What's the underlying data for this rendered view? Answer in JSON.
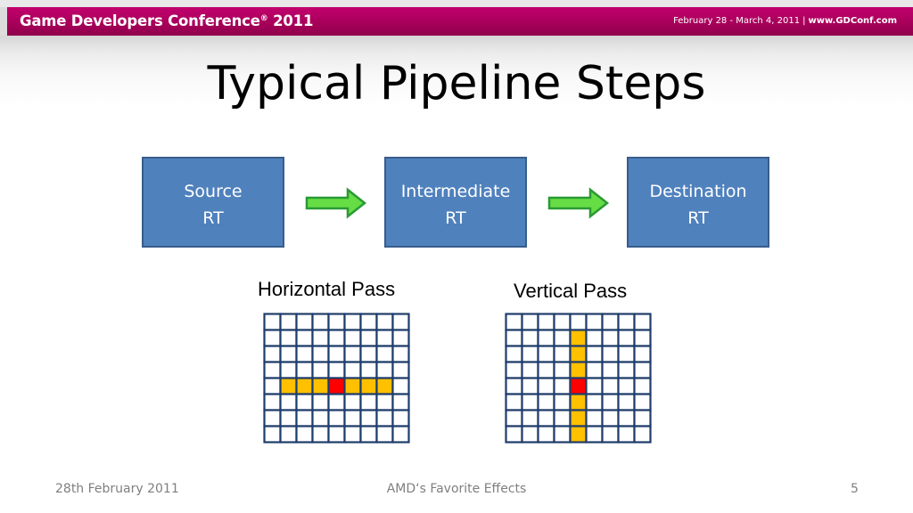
{
  "header": {
    "conference": "Game Developers Conference",
    "reg": "®",
    "year": "2011",
    "dates": "February 28 - March 4, 2011",
    "separator": "|",
    "url": "www.GDConf.com"
  },
  "slide": {
    "title": "Typical Pipeline Steps",
    "boxes": [
      {
        "line1": "Source",
        "line2": "RT"
      },
      {
        "line1": "Intermediate",
        "line2": "RT"
      },
      {
        "line1": "Destination",
        "line2": "RT"
      }
    ],
    "passes": {
      "horizontal_label": "Horizontal Pass",
      "vertical_label": "Vertical Pass"
    },
    "grid": {
      "rows": 8,
      "cols": 9,
      "highlight_row_index": 4,
      "highlight_col_index": 4,
      "center_color": "#ff0000",
      "tap_color": "#ffc000",
      "cell_color": "#ffffff",
      "line_color": "#1f3d6b"
    }
  },
  "footer": {
    "date": "28th February 2011",
    "center": "AMD‘s Favorite Effects",
    "page": "5"
  },
  "colors": {
    "header": "#b0005f",
    "box_fill": "#4f81bd",
    "box_border": "#385d8a",
    "arrow_fill": "#66dd44",
    "arrow_stroke": "#2a9a34"
  }
}
